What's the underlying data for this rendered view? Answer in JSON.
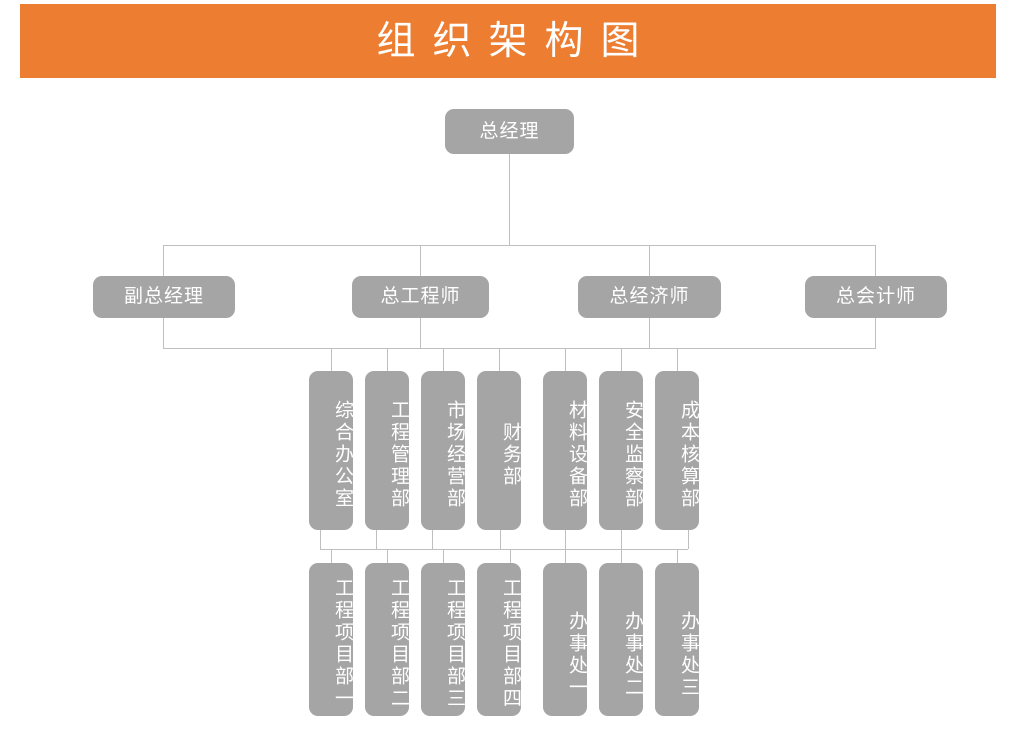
{
  "banner": {
    "title": "组织架构图",
    "background_color": "#ed7d31",
    "text_color": "#ffffff"
  },
  "theme": {
    "node_fill": "#a5a5a5",
    "node_text": "#ffffff",
    "connector_color": "#bfbfbf",
    "page_background": "#ffffff"
  },
  "org_chart": {
    "type": "org-tree",
    "level1": [
      {
        "label": "总经理"
      }
    ],
    "level2": [
      {
        "label": "副总经理"
      },
      {
        "label": "总工程师"
      },
      {
        "label": "总经济师"
      },
      {
        "label": "总会计师"
      }
    ],
    "level3": [
      {
        "label": "综合办公室"
      },
      {
        "label": "工程管理部"
      },
      {
        "label": "市场经营部"
      },
      {
        "label": "财务部"
      },
      {
        "label": "材料设备部"
      },
      {
        "label": "安全监察部"
      },
      {
        "label": "成本核算部"
      }
    ],
    "level4": [
      {
        "label": "工程项目部一"
      },
      {
        "label": "工程项目部二"
      },
      {
        "label": "工程项目部三"
      },
      {
        "label": "工程项目部四"
      },
      {
        "label": "办事处一"
      },
      {
        "label": "办事处二"
      },
      {
        "label": "办事处三"
      }
    ]
  }
}
